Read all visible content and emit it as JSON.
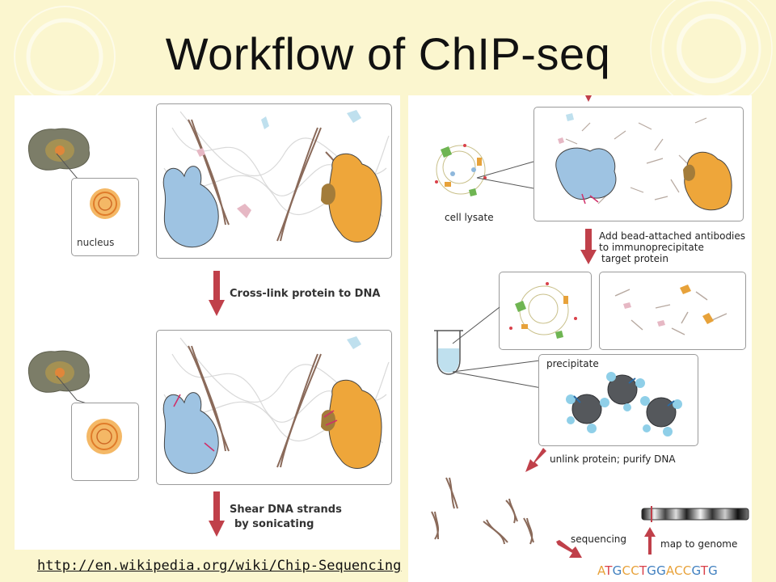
{
  "slide": {
    "title": "Workflow of ChIP-seq",
    "source_link": "http://en.wikipedia.org/wiki/Chip-Sequencing"
  },
  "left_panel": {
    "nucleus_label": "nucleus",
    "step1": "Cross-link protein to DNA",
    "step2_line1": "Shear DNA strands",
    "step2_line2": "by sonicating"
  },
  "right_panel": {
    "cell_lysate_label": "cell lysate",
    "step3_line1": "Add bead-attached antibodies",
    "step3_line2": "to immunoprecipitate",
    "step3_line3": "target protein",
    "precipitate_label": "precipitate",
    "step4": "unlink protein; purify DNA",
    "sequencing_label": "sequencing",
    "map_label": "map to genome",
    "sequence_text": "ATGCCTGGACCGTG"
  },
  "colors": {
    "background": "#fbf6cf",
    "arrow_red": "#c0404a",
    "protein_blue": "#8fb8dc",
    "protein_orange": "#e8a23a",
    "bead_gray": "#55585c"
  }
}
